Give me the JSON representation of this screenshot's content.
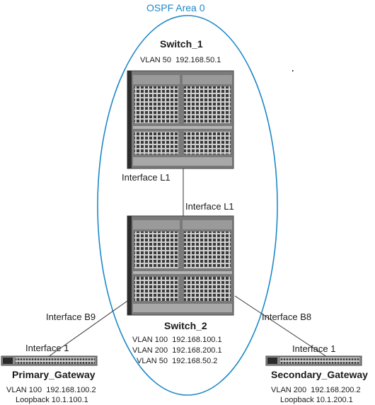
{
  "area_label": "OSPF Area 0",
  "switch_1": {
    "name": "Switch_1",
    "vlan": "VLAN 50  192.168.50.1",
    "interface": "Interface L1"
  },
  "switch_2": {
    "name": "Switch_2",
    "interface_top": "Interface L1",
    "interface_left": "Interface B9",
    "interface_right": "Interface B8",
    "vlans": [
      "VLAN 100  192.168.100.1",
      "VLAN 200  192.168.200.1",
      "VLAN 50  192.168.50.2"
    ]
  },
  "primary_gateway": {
    "name": "Primary_Gateway",
    "interface": "Interface 1",
    "vlan": "VLAN 100  192.168.100.2",
    "loopback": "Loopback 10.1.100.1"
  },
  "secondary_gateway": {
    "name": "Secondary_Gateway",
    "interface": "Interface 1",
    "vlan": "VLAN 200  192.168.200.2",
    "loopback": "Loopback 10.1.200.1"
  },
  "colors": {
    "area_ellipse": "#1e88c7",
    "link": "#333333",
    "chassis": "#6d6d6d"
  }
}
